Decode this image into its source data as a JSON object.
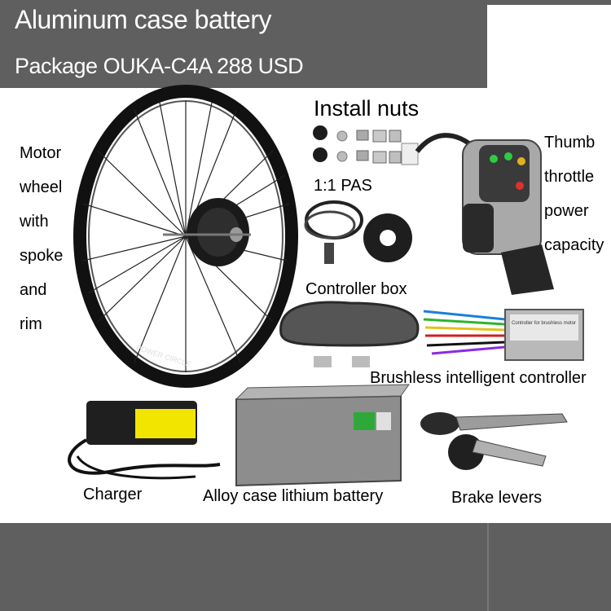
{
  "header": {
    "title": "Aluminum case battery",
    "subtitle": "Package OUKA-C4A 288 USD"
  },
  "labels": {
    "install_nuts": "Install nuts",
    "pas": "1:1 PAS",
    "controller_box": "Controller box",
    "brushless_controller": "Brushless intelligent controller",
    "charger": "Charger",
    "battery": "Alloy case lithium battery",
    "brake_levers": "Brake levers"
  },
  "motor_wheel_lines": [
    "Motor",
    "wheel",
    "with",
    "spoke",
    "and",
    "rim"
  ],
  "thumb_throttle_lines": [
    "Thumb",
    "throttle",
    "power",
    "capacity"
  ],
  "product_markings": {
    "rim_text": "POWER CIRCLE",
    "controller_plate": "Controller for brushless motor"
  },
  "colors": {
    "banner": "#5f5f5f",
    "text_light": "#ffffff",
    "charger_label": "#f2e600"
  }
}
